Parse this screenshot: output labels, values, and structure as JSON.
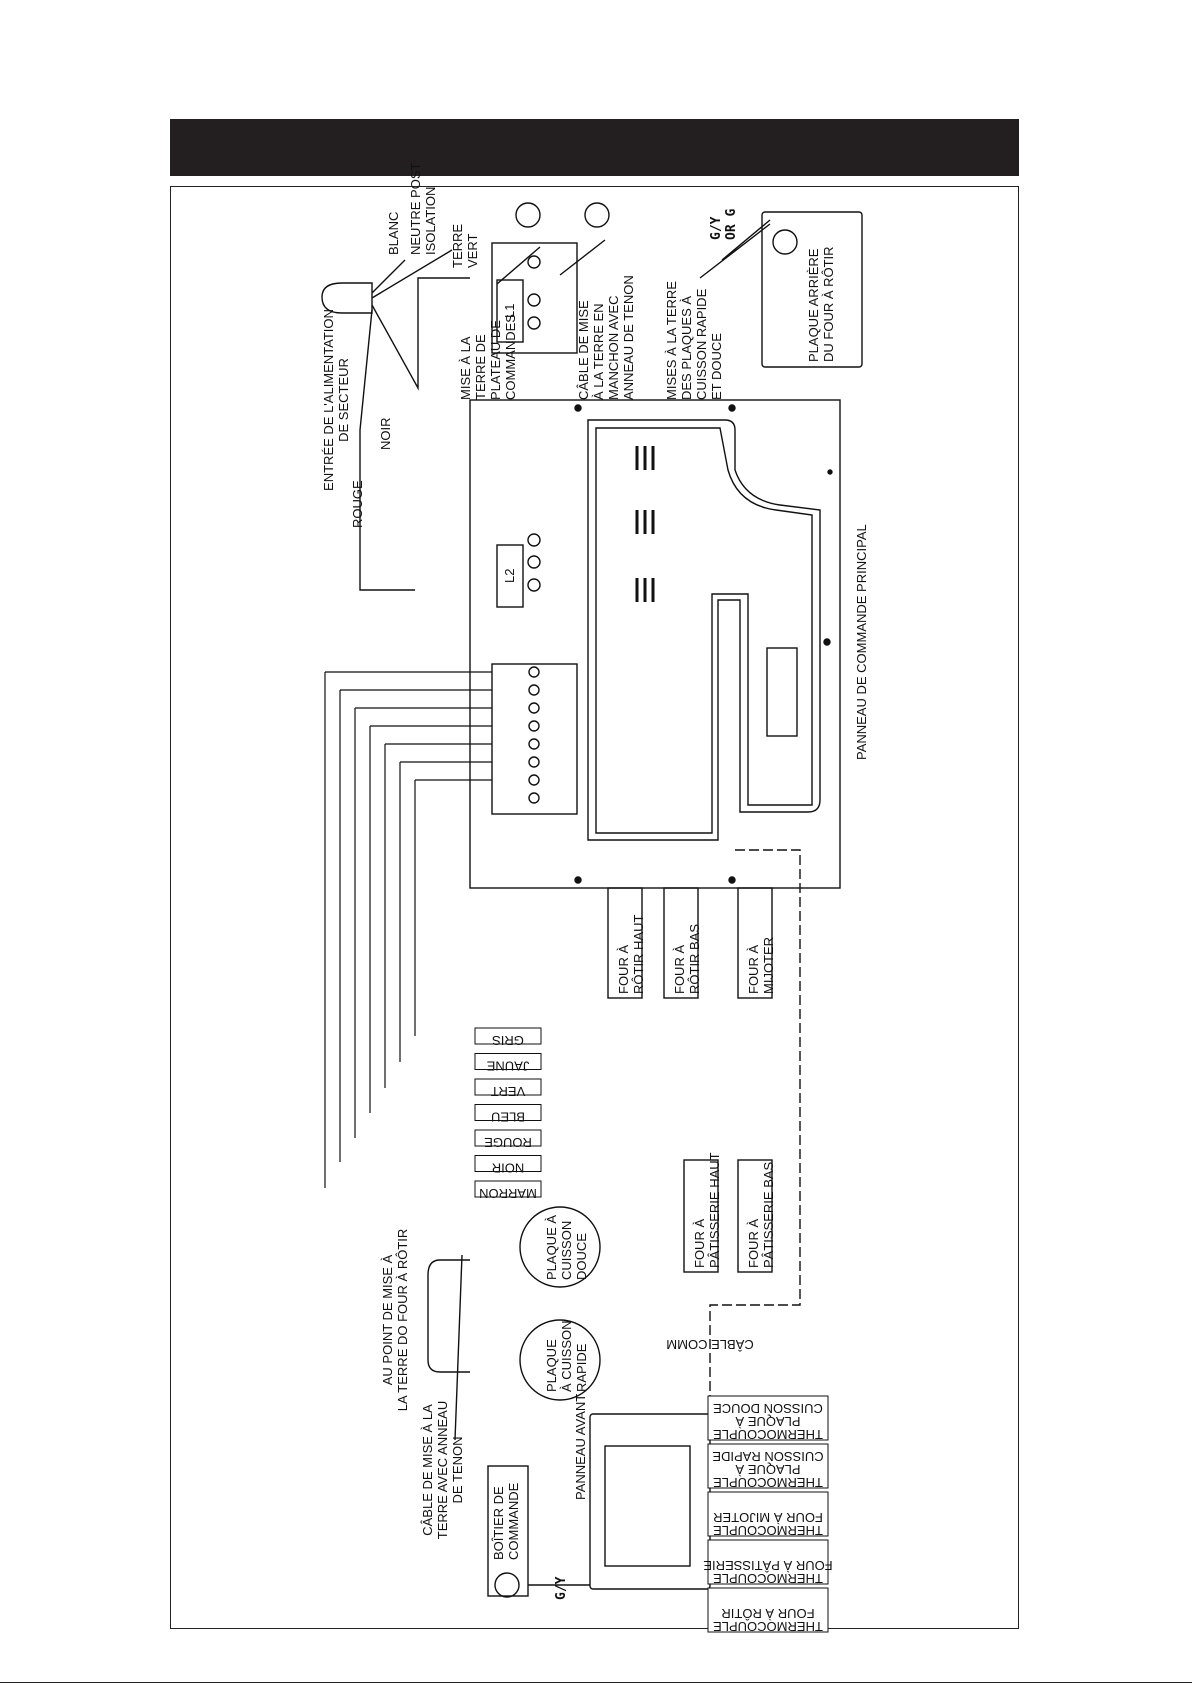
{
  "header": {
    "title": ""
  },
  "labels": {
    "main_supply": [
      "ENTRÉE DE L'ALIMENTATION",
      "DE SECTEUR"
    ],
    "rouge_supply": "ROUGE",
    "noir_supply": "NOIR",
    "blanc": "BLANC",
    "neutre": [
      "NEUTRE POST",
      "ISOLATION"
    ],
    "terre_vert": [
      "TERRE",
      "VERT"
    ],
    "mise_plateau": [
      "MISE À LA",
      "TERRE DE",
      "PLATEAU DE",
      "COMMANDES"
    ],
    "cable_manchon": [
      "CÂBLE DE MISE",
      "À LA TERRE EN",
      "MANCHON AVEC",
      "ANNEAU DE TENON"
    ],
    "mises_plaques": [
      "MISES À LA TERRE",
      "DES PLAQUES À",
      "CUISSON RAPIDE",
      "ET DOUCE"
    ],
    "gy_or_g": [
      "G/Y",
      "OR G"
    ],
    "plaque_arriere": [
      "PLAQUE ARRIÈRE",
      "DU FOUR À RÔTIR"
    ],
    "panneau_principal": "PANNEAU DE COMMANDE PRINCIPAL",
    "l1": "L1",
    "l2": "L2",
    "four_rotir_haut": [
      "FOUR À",
      "RÔTIR HAUT"
    ],
    "four_rotir_bas": [
      "FOUR À",
      "RÔTIR BAS"
    ],
    "four_mijoter": [
      "FOUR À",
      "MIJOTER"
    ],
    "four_patisserie_haut": [
      "FOUR À",
      "PÂTISSERIE HAUT"
    ],
    "four_patisserie_bas": [
      "FOUR À",
      "PÂTISSERIE BAS"
    ],
    "plaque_douce": [
      "PLAQUE À",
      "CUISSON",
      "DOUCE"
    ],
    "plaque_rapide": [
      "PLAQUE",
      "À CUISSON",
      "RAPIDE"
    ],
    "au_point": [
      "AU POINT DE MISE À",
      "LA TERRE DO FOUR À RÔTIR"
    ],
    "cable_anneau": [
      "CÂBLE DE MISE À LA",
      "TERRE AVEC ANNEAU",
      "DE TENON"
    ],
    "boitier": [
      "BOÎTIER DE",
      "COMMANDE"
    ],
    "gy": "G/Y",
    "panneau_avant": "PANNEAU AVANT",
    "cable_comm": "CÂBLE COMM",
    "ptr": [
      "POST",
      "ISOLATION"
    ]
  },
  "wire_colors": [
    "GRIS",
    "JAUNE",
    "VERT",
    "BLEU",
    "ROUGE",
    "NOIR",
    "MARRON"
  ],
  "thermocouples": [
    [
      "THERMOCOUPLE",
      "PLAQUE À",
      "CUISSON DOUCE"
    ],
    [
      "THERMOCOUPLE",
      "PLAQUE À",
      "CUISSON RAPIDE"
    ],
    [
      "THERMOCOUPLE",
      "FOUR À MIJOTER"
    ],
    [
      "THERMOCOUPLE",
      "FOUR À PÂTISSERIE"
    ],
    [
      "THERMOCOUPLE",
      "FOUR À RÔTIR"
    ]
  ],
  "colors": {
    "ink": "#111111",
    "header": "#231f20"
  }
}
